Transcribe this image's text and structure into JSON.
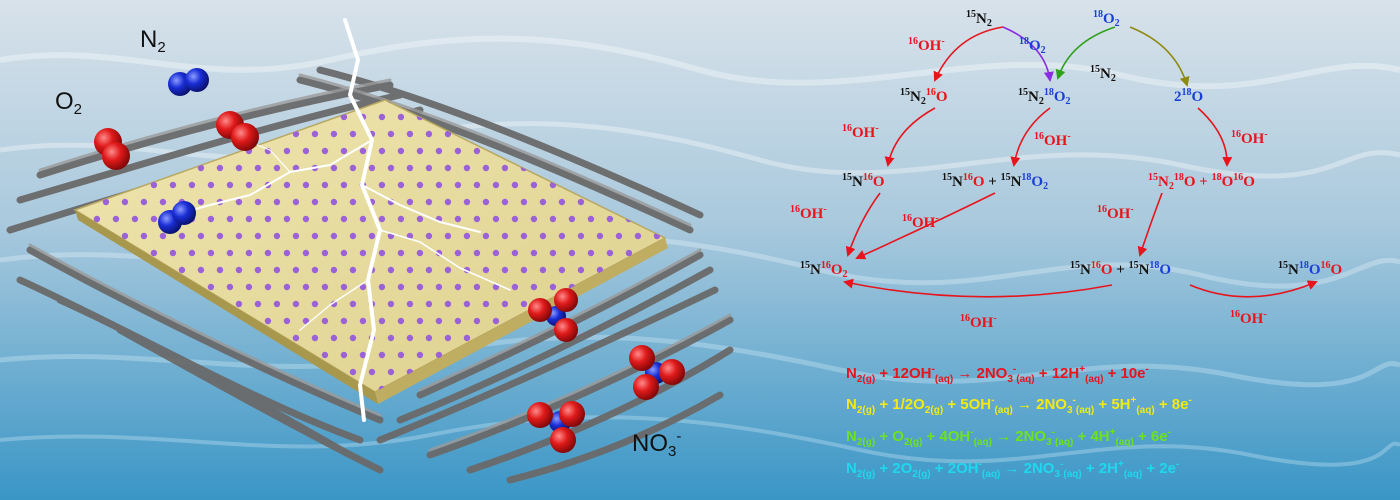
{
  "molecules": {
    "n2_label": "N",
    "n2_sub": "2",
    "o2_label": "O",
    "o2_sub": "2",
    "no3_label": "NO",
    "no3_sub": "3",
    "no3_sup": "-"
  },
  "scheme": {
    "n15_2": {
      "iso": "15",
      "el": "N",
      "sub": "2"
    },
    "o18_2": {
      "iso": "18",
      "el": "O",
      "sub": "2"
    },
    "oh16_a": {
      "iso": "16",
      "el": "OH",
      "sup": "-"
    },
    "o18_2_arrow": {
      "iso": "18",
      "el": "O",
      "sub": "2"
    },
    "n15_2_mid": {
      "iso": "15",
      "el": "N",
      "sub": "2"
    },
    "n2o16": {
      "iso1": "15",
      "el1": "N",
      "sub1": "2",
      "iso2": "16",
      "el2": "O"
    },
    "n2o18_2": {
      "iso1": "15",
      "el1": "N",
      "sub1": "2",
      "iso2": "18",
      "el2": "O",
      "sub2": "2"
    },
    "o18_2x": {
      "coef": "2",
      "iso": "18",
      "el": "O"
    },
    "oh16_b": {
      "iso": "16",
      "el": "OH",
      "sup": "-"
    },
    "oh16_c": {
      "iso": "16",
      "el": "OH",
      "sup": "-"
    },
    "oh16_d": {
      "iso": "16",
      "el": "OH",
      "sup": "-"
    },
    "no16": {
      "iso1": "15",
      "el1": "N",
      "iso2": "16",
      "el2": "O"
    },
    "no16_plus_no18_2": {
      "iso1": "15",
      "el1": "N",
      "iso2": "16",
      "el2": "O",
      "plus": " + ",
      "iso3": "15",
      "el3": "N",
      "iso4": "18",
      "el4": "O",
      "sub4": "2"
    },
    "n2o18_plus_o18o16": {
      "iso1": "15",
      "el1": "N",
      "sub1": "2",
      "iso2": "18",
      "el2": "O",
      "plus": " + ",
      "iso3": "18",
      "el3": "O",
      "iso4": "16",
      "el4": "O"
    },
    "oh16_e": {
      "iso": "16",
      "el": "OH",
      "sup": "-"
    },
    "oh16_f": {
      "iso": "16",
      "el": "OH",
      "sup": "-"
    },
    "oh16_g": {
      "iso": "16",
      "el": "OH",
      "sup": "-"
    },
    "no16_2": {
      "iso1": "15",
      "el1": "N",
      "iso2": "16",
      "el2": "O",
      "sub2": "2"
    },
    "no16_plus_no18": {
      "iso1": "15",
      "el1": "N",
      "iso2": "16",
      "el2": "O",
      "plus": " + ",
      "iso3": "15",
      "el3": "N",
      "iso4": "18",
      "el4": "O"
    },
    "no18o16": {
      "iso1": "15",
      "el1": "N",
      "iso2": "18",
      "el2": "O",
      "iso3": "16",
      "el3": "O"
    },
    "oh16_h": {
      "iso": "16",
      "el": "OH",
      "sup": "-"
    },
    "oh16_i": {
      "iso": "16",
      "el": "OH",
      "sup": "-"
    }
  },
  "equations": [
    {
      "parts": [
        "N",
        "2(g)",
        " + 12OH",
        "-",
        "(aq)",
        " → 2NO",
        "3",
        "-",
        "(aq)",
        " + 12H",
        "+",
        "(aq)",
        " + 10e",
        "-"
      ],
      "color": "#e8141c"
    },
    {
      "parts": [
        "N",
        "2(g)",
        " + 1/2O",
        "2(g)",
        " + 5OH",
        "-",
        "(aq)",
        " → 2NO",
        "3",
        "-",
        "(aq)",
        " + 5H",
        "+",
        "(aq)",
        " + 8e",
        "-"
      ],
      "color": "#f3ea14"
    },
    {
      "parts": [
        "N",
        "2(g)",
        " + O",
        "2(g)",
        " + 4OH",
        "-",
        "(aq)",
        " → 2NO",
        "3",
        "-",
        "(aq)",
        " + 4H",
        "+",
        "(aq)",
        " + 6e",
        "-"
      ],
      "color": "#6fe21e"
    },
    {
      "parts": [
        "N",
        "2(g)",
        " + 2O",
        "2(g)",
        " + 2OH",
        "-",
        "(aq)",
        " → 2NO",
        "3",
        "-",
        "(aq)",
        " + 2H",
        "+",
        "(aq)",
        " + 2e",
        "-"
      ],
      "color": "#1fd8ee"
    }
  ],
  "colors": {
    "background_top": "#cfdbe6",
    "background_bottom": "#3f9ac8",
    "sheet": "#e9dfa0",
    "dots": "#9b62d8",
    "fibers": "#6e6e6e",
    "oxygen_atom": "#e01a1a",
    "nitrogen_atom": "#1a2ed6",
    "arrow_red": "#e8141c",
    "arrow_purple": "#8a2be2",
    "arrow_green": "#2ea01a",
    "arrow_olive": "#8f8a10"
  }
}
